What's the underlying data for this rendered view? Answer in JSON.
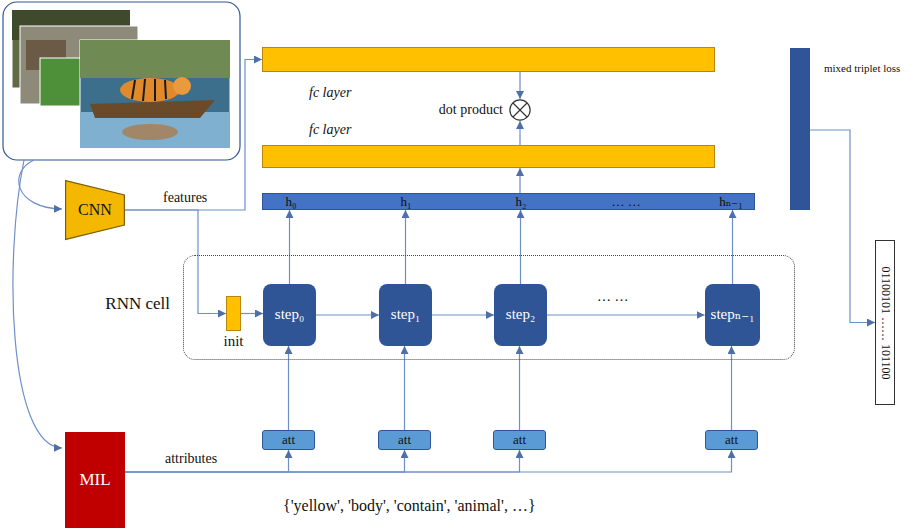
{
  "diagram": {
    "nodes": [
      {
        "text": [
          "CNN"
        ]
      },
      {
        "text": [
          "fc layer"
        ]
      },
      {
        "text": [
          "dot product"
        ]
      },
      {
        "text": [
          "fc layer"
        ]
      },
      {
        "text": [
          "h₀",
          "h₁",
          "h₂",
          "… …",
          "hₙ₋₁"
        ]
      },
      {
        "text": [
          "mixed triplet loss"
        ]
      },
      {
        "text": [
          "01100101 …… 101100"
        ]
      },
      {
        "text": [
          "RNN cell"
        ]
      },
      {
        "text": [
          "init"
        ],
        "in": 7
      },
      {
        "text": [
          "step₀"
        ],
        "in": 7
      },
      {
        "text": [
          "step₁"
        ],
        "in": 7
      },
      {
        "text": [
          "step₂"
        ],
        "in": 7
      },
      {
        "text": [
          "stepₙ₋₁"
        ],
        "in": 7
      },
      {
        "text": [
          "att"
        ]
      },
      {
        "text": [
          "att"
        ]
      },
      {
        "text": [
          "att"
        ]
      },
      {
        "text": [
          "att"
        ]
      },
      {
        "text": [
          "MIL"
        ]
      }
    ],
    "edges": [
      {
        "from": 0,
        "to": 1,
        "arrow": "to"
      },
      {
        "from": 0,
        "to": 8,
        "arrow": "to"
      },
      {
        "from": 8,
        "to": 9,
        "arrow": "to"
      },
      {
        "from": 9,
        "to": 10,
        "arrow": "to"
      },
      {
        "from": 10,
        "to": 11,
        "arrow": "to"
      },
      {
        "from": 11,
        "to": 12,
        "arrow": "to"
      },
      {
        "from": 9,
        "to": 4,
        "arrow": "to"
      },
      {
        "from": 10,
        "to": 4,
        "arrow": "to"
      },
      {
        "from": 11,
        "to": 4,
        "arrow": "to"
      },
      {
        "from": 12,
        "to": 4,
        "arrow": "to"
      },
      {
        "from": 4,
        "to": 3,
        "arrow": "to"
      },
      {
        "from": 1,
        "to": 2,
        "arrow": "to"
      },
      {
        "from": 3,
        "to": 2,
        "arrow": "to"
      },
      {
        "from": 5,
        "to": 6,
        "arrow": "to"
      },
      {
        "from": 17,
        "to": 13,
        "arrow": "to"
      },
      {
        "from": 17,
        "to": 14,
        "arrow": "to"
      },
      {
        "from": 17,
        "to": 15,
        "arrow": "to"
      },
      {
        "from": 17,
        "to": 16,
        "arrow": "to"
      },
      {
        "from": 13,
        "to": 9,
        "arrow": "to"
      },
      {
        "from": 14,
        "to": 10,
        "arrow": "to"
      },
      {
        "from": 15,
        "to": 11,
        "arrow": "to"
      },
      {
        "from": 16,
        "to": 12,
        "arrow": "to"
      }
    ],
    "labels": [
      "features",
      "attributes",
      "… …",
      "{'yellow', 'body', 'contain', 'animal', …}"
    ]
  }
}
